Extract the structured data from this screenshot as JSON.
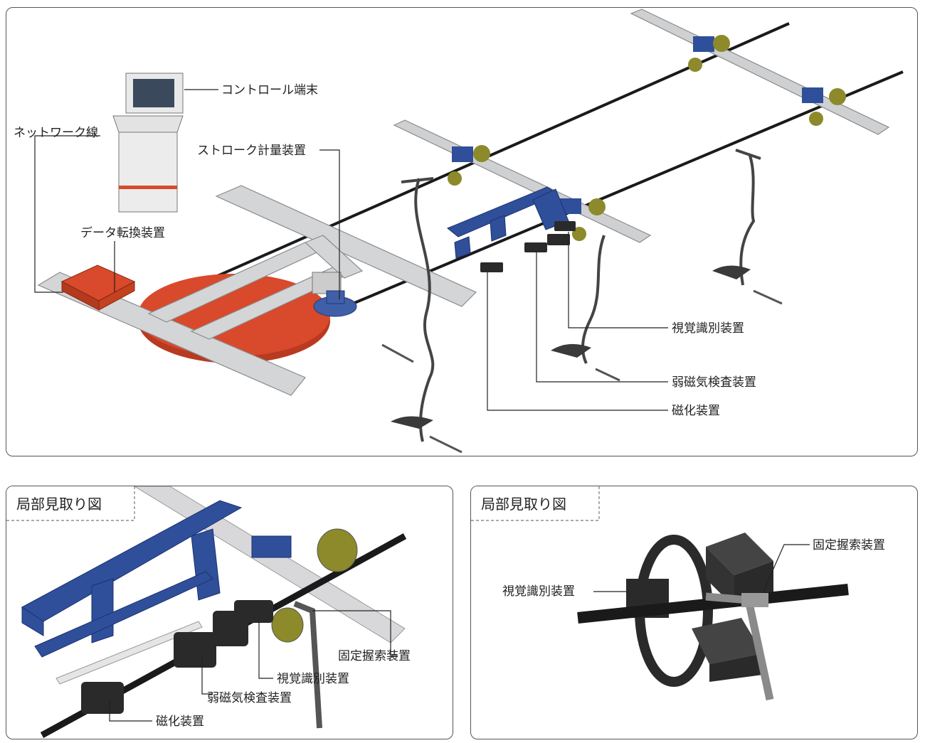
{
  "main": {
    "labels": {
      "control_terminal": "コントロール端末",
      "network_line": "ネットワーク線",
      "stroke_meter": "ストローク計量装置",
      "data_converter": "データ転換装置",
      "visual_id": "視覚識別装置",
      "weak_magnetic": "弱磁気検査装置",
      "magnetizer": "磁化装置"
    }
  },
  "detail_left": {
    "title": "局部見取り図",
    "labels": {
      "fixed_grip": "固定握索装置",
      "visual_id": "視覚識別装置",
      "weak_magnetic": "弱磁気検査装置",
      "magnetizer": "磁化装置"
    }
  },
  "detail_right": {
    "title": "局部見取り図",
    "labels": {
      "fixed_grip": "固定握索装置",
      "visual_id": "視覚識別装置"
    }
  },
  "colors": {
    "frame_blue": "#2f4f9a",
    "rail_gray": "#c9cacc",
    "turntable_red": "#d9492b",
    "cable_black": "#1a1a1a",
    "device_black": "#2a2a2a",
    "wheel_olive": "#8c8a2a"
  }
}
